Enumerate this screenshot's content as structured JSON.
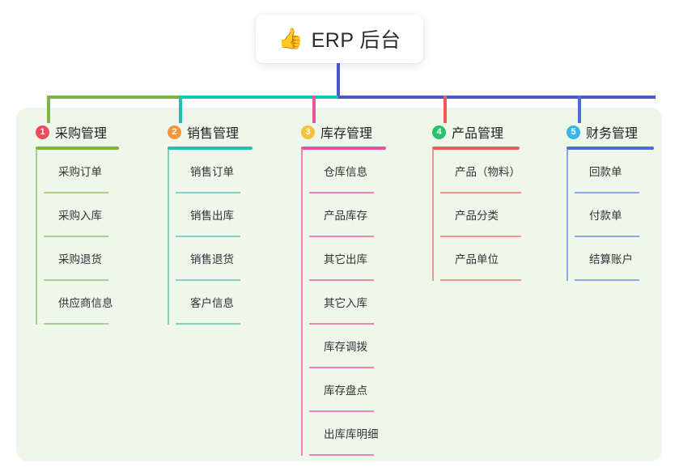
{
  "root": {
    "icon": "thumbs-up-icon",
    "icon_glyph": "👍",
    "title": "ERP 后台"
  },
  "palette": {
    "panel_bg": "#eef7ea",
    "page_bg": "#ffffff",
    "card_bg": "#ffffff",
    "text": "#222228",
    "stem_blue": "#4b58c4"
  },
  "columns": [
    {
      "index": "1",
      "badge_number": "1",
      "badge_color": "#ec4b5f",
      "title": "采购管理",
      "line_color": "#7cb342",
      "leaf_color": "#a8cf8d",
      "items": [
        "采购订单",
        "采购入库",
        "采购退货",
        "供应商信息"
      ]
    },
    {
      "index": "2",
      "badge_number": "2",
      "badge_color": "#f5963c",
      "title": "销售管理",
      "line_color": "#17c3b2",
      "leaf_color": "#85cfc7",
      "items": [
        "销售订单",
        "销售出库",
        "销售退货",
        "客户信息"
      ]
    },
    {
      "index": "3",
      "badge_number": "3",
      "badge_color": "#f5c23c",
      "title": "库存管理",
      "line_color": "#e8559e",
      "leaf_color": "#ee84b6",
      "items": [
        "仓库信息",
        "产品库存",
        "其它出库",
        "其它入库",
        "库存调拨",
        "库存盘点",
        "出库库明细"
      ]
    },
    {
      "index": "4",
      "badge_number": "4",
      "badge_color": "#27c16b",
      "title": "产品管理",
      "line_color": "#f05a5a",
      "leaf_color": "#f69292",
      "items": [
        "产品（物料）",
        "产品分类",
        "产品单位"
      ]
    },
    {
      "index": "5",
      "badge_number": "5",
      "badge_color": "#38b6e8",
      "title": "财务管理",
      "line_color": "#4b6ed6",
      "leaf_color": "#8ea6e2",
      "items": [
        "回款单",
        "付款单",
        "结算账户"
      ]
    }
  ],
  "connectors": {
    "trunk_color": "#4b58c4",
    "bus_segments": [
      {
        "color": "#7cb342",
        "label": "bus-segment-green"
      },
      {
        "color": "#17c3b2",
        "label": "bus-segment-teal"
      },
      {
        "color": "#4b58c4",
        "label": "bus-segment-blue"
      }
    ],
    "drops": [
      "#7cb342",
      "#17c3b2",
      "#e8559e",
      "#f05a5a",
      "#4b6ed6"
    ]
  }
}
